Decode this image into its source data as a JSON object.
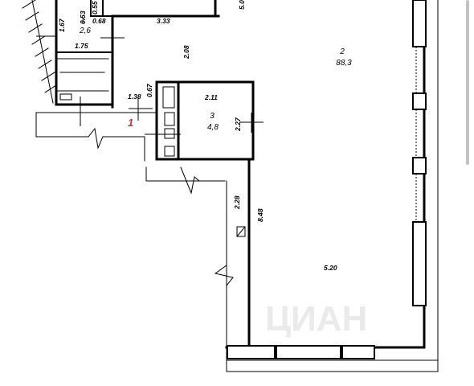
{
  "colors": {
    "wall": "#000000",
    "window": "#000000",
    "marker": "#c0392b",
    "watermark": "#d9d9d9",
    "scrollbar": "#c2c2c2"
  },
  "rooms": [
    {
      "number": "1",
      "area": "2,6"
    },
    {
      "number": "2",
      "area": "88,3"
    },
    {
      "number": "3",
      "area": "4,8"
    }
  ],
  "dimensions": {
    "d_167": "1.67",
    "d_053": "0.53",
    "d_155": "0.55",
    "d_068": "0.68",
    "d_175": "1.75",
    "d_333": "3.33",
    "d_500": "5.0",
    "d_208": "2.08",
    "d_138": "1.38",
    "d_067": "0.67",
    "d_211": "2.11",
    "d_227": "2.27",
    "d_228": "2.28",
    "d_848": "8.48",
    "d_520": "5.20"
  },
  "entrance_marker": "1",
  "watermark_text": "ЦИАН"
}
